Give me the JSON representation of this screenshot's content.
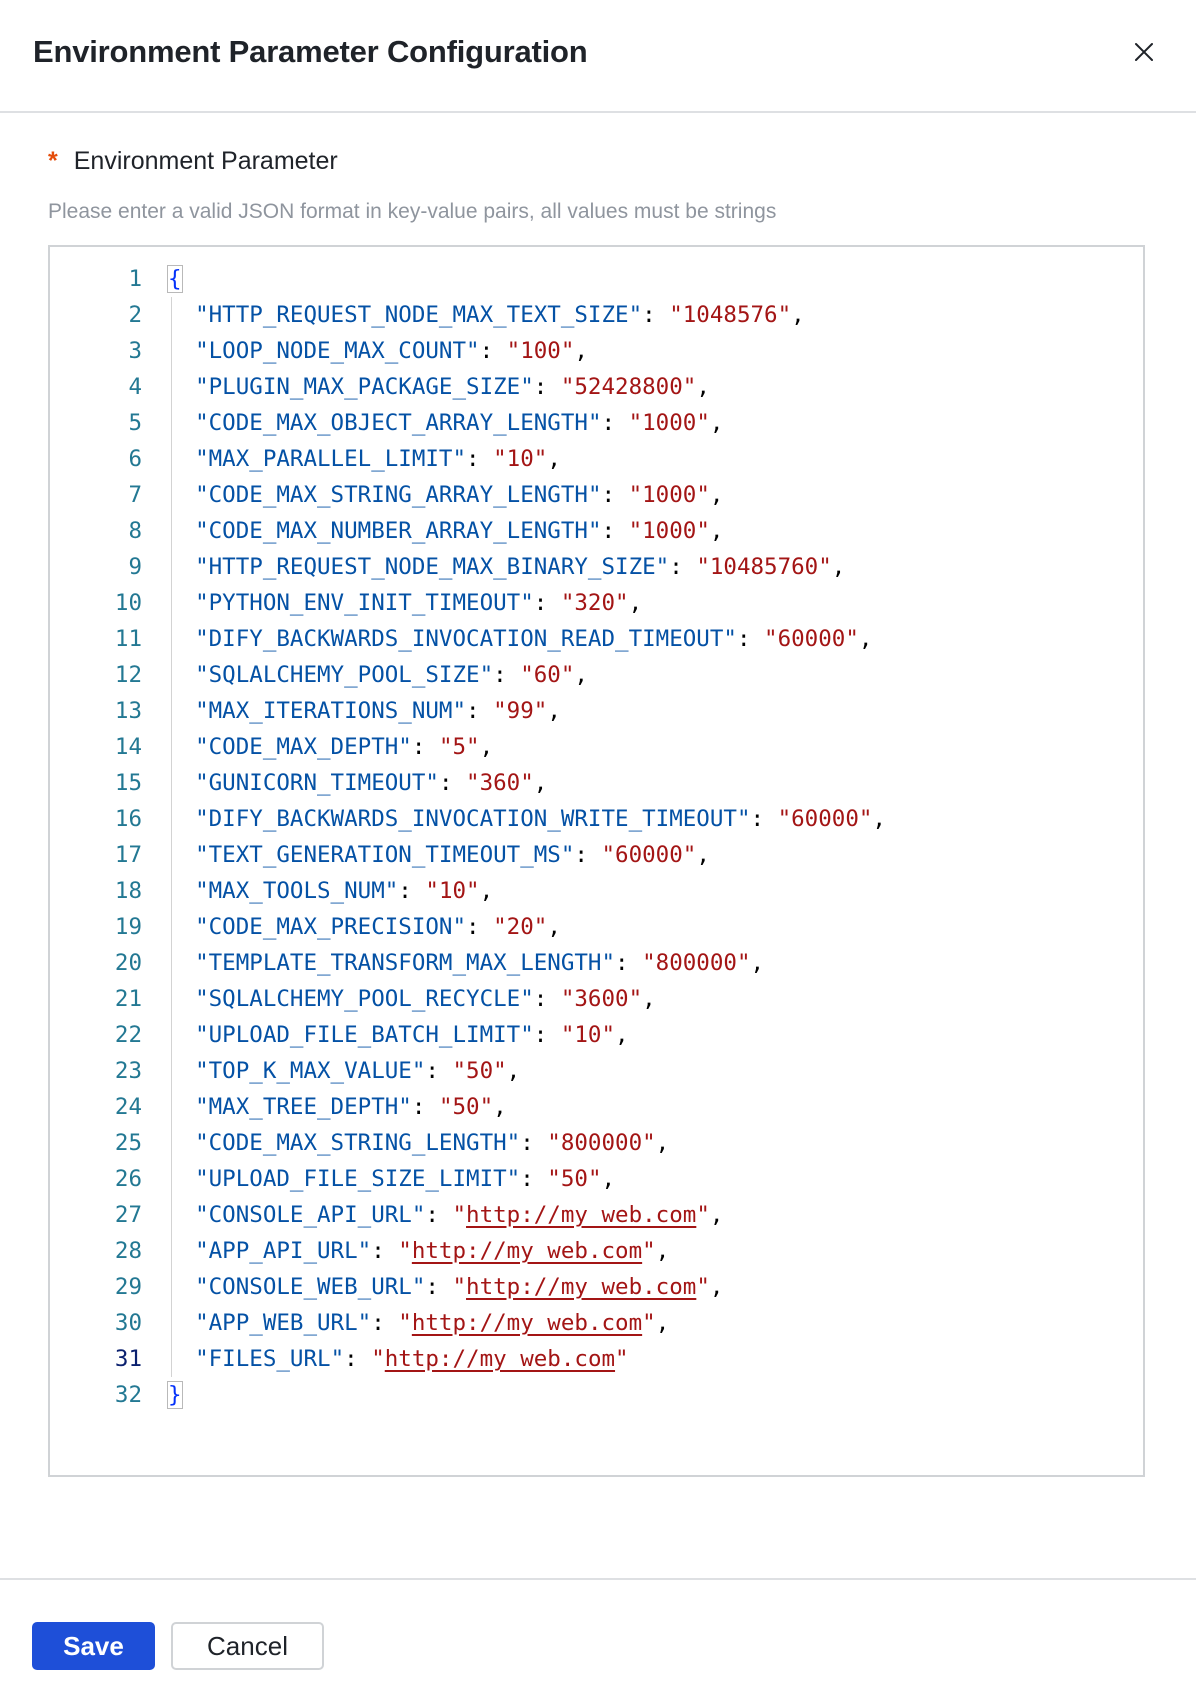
{
  "dialog": {
    "title": "Environment Parameter Configuration",
    "close_icon": "close-icon"
  },
  "field": {
    "required_mark": "*",
    "label": "Environment Parameter",
    "hint": "Please enter a valid JSON format in key-value pairs, all values must be strings"
  },
  "editor": {
    "active_line": 31,
    "open_brace": "{",
    "close_brace": "}",
    "entries": [
      {
        "key": "HTTP_REQUEST_NODE_MAX_TEXT_SIZE",
        "value": "1048576"
      },
      {
        "key": "LOOP_NODE_MAX_COUNT",
        "value": "100"
      },
      {
        "key": "PLUGIN_MAX_PACKAGE_SIZE",
        "value": "52428800"
      },
      {
        "key": "CODE_MAX_OBJECT_ARRAY_LENGTH",
        "value": "1000"
      },
      {
        "key": "MAX_PARALLEL_LIMIT",
        "value": "10"
      },
      {
        "key": "CODE_MAX_STRING_ARRAY_LENGTH",
        "value": "1000"
      },
      {
        "key": "CODE_MAX_NUMBER_ARRAY_LENGTH",
        "value": "1000"
      },
      {
        "key": "HTTP_REQUEST_NODE_MAX_BINARY_SIZE",
        "value": "10485760"
      },
      {
        "key": "PYTHON_ENV_INIT_TIMEOUT",
        "value": "320"
      },
      {
        "key": "DIFY_BACKWARDS_INVOCATION_READ_TIMEOUT",
        "value": "60000"
      },
      {
        "key": "SQLALCHEMY_POOL_SIZE",
        "value": "60"
      },
      {
        "key": "MAX_ITERATIONS_NUM",
        "value": "99"
      },
      {
        "key": "CODE_MAX_DEPTH",
        "value": "5"
      },
      {
        "key": "GUNICORN_TIMEOUT",
        "value": "360"
      },
      {
        "key": "DIFY_BACKWARDS_INVOCATION_WRITE_TIMEOUT",
        "value": "60000"
      },
      {
        "key": "TEXT_GENERATION_TIMEOUT_MS",
        "value": "60000"
      },
      {
        "key": "MAX_TOOLS_NUM",
        "value": "10"
      },
      {
        "key": "CODE_MAX_PRECISION",
        "value": "20"
      },
      {
        "key": "TEMPLATE_TRANSFORM_MAX_LENGTH",
        "value": "800000"
      },
      {
        "key": "SQLALCHEMY_POOL_RECYCLE",
        "value": "3600"
      },
      {
        "key": "UPLOAD_FILE_BATCH_LIMIT",
        "value": "10"
      },
      {
        "key": "TOP_K_MAX_VALUE",
        "value": "50"
      },
      {
        "key": "MAX_TREE_DEPTH",
        "value": "50"
      },
      {
        "key": "CODE_MAX_STRING_LENGTH",
        "value": "800000"
      },
      {
        "key": "UPLOAD_FILE_SIZE_LIMIT",
        "value": "50"
      },
      {
        "key": "CONSOLE_API_URL",
        "value": "http://my_web.com",
        "link": true
      },
      {
        "key": "APP_API_URL",
        "value": "http://my_web.com",
        "link": true
      },
      {
        "key": "CONSOLE_WEB_URL",
        "value": "http://my_web.com",
        "link": true
      },
      {
        "key": "APP_WEB_URL",
        "value": "http://my_web.com",
        "link": true
      },
      {
        "key": "FILES_URL",
        "value": "http://my_web.com",
        "link": true
      }
    ]
  },
  "footer": {
    "save_label": "Save",
    "cancel_label": "Cancel"
  },
  "colors": {
    "primary": "#1e4fd8",
    "required": "#e54d0a",
    "json_key": "#0451a5",
    "json_string": "#a31515"
  }
}
